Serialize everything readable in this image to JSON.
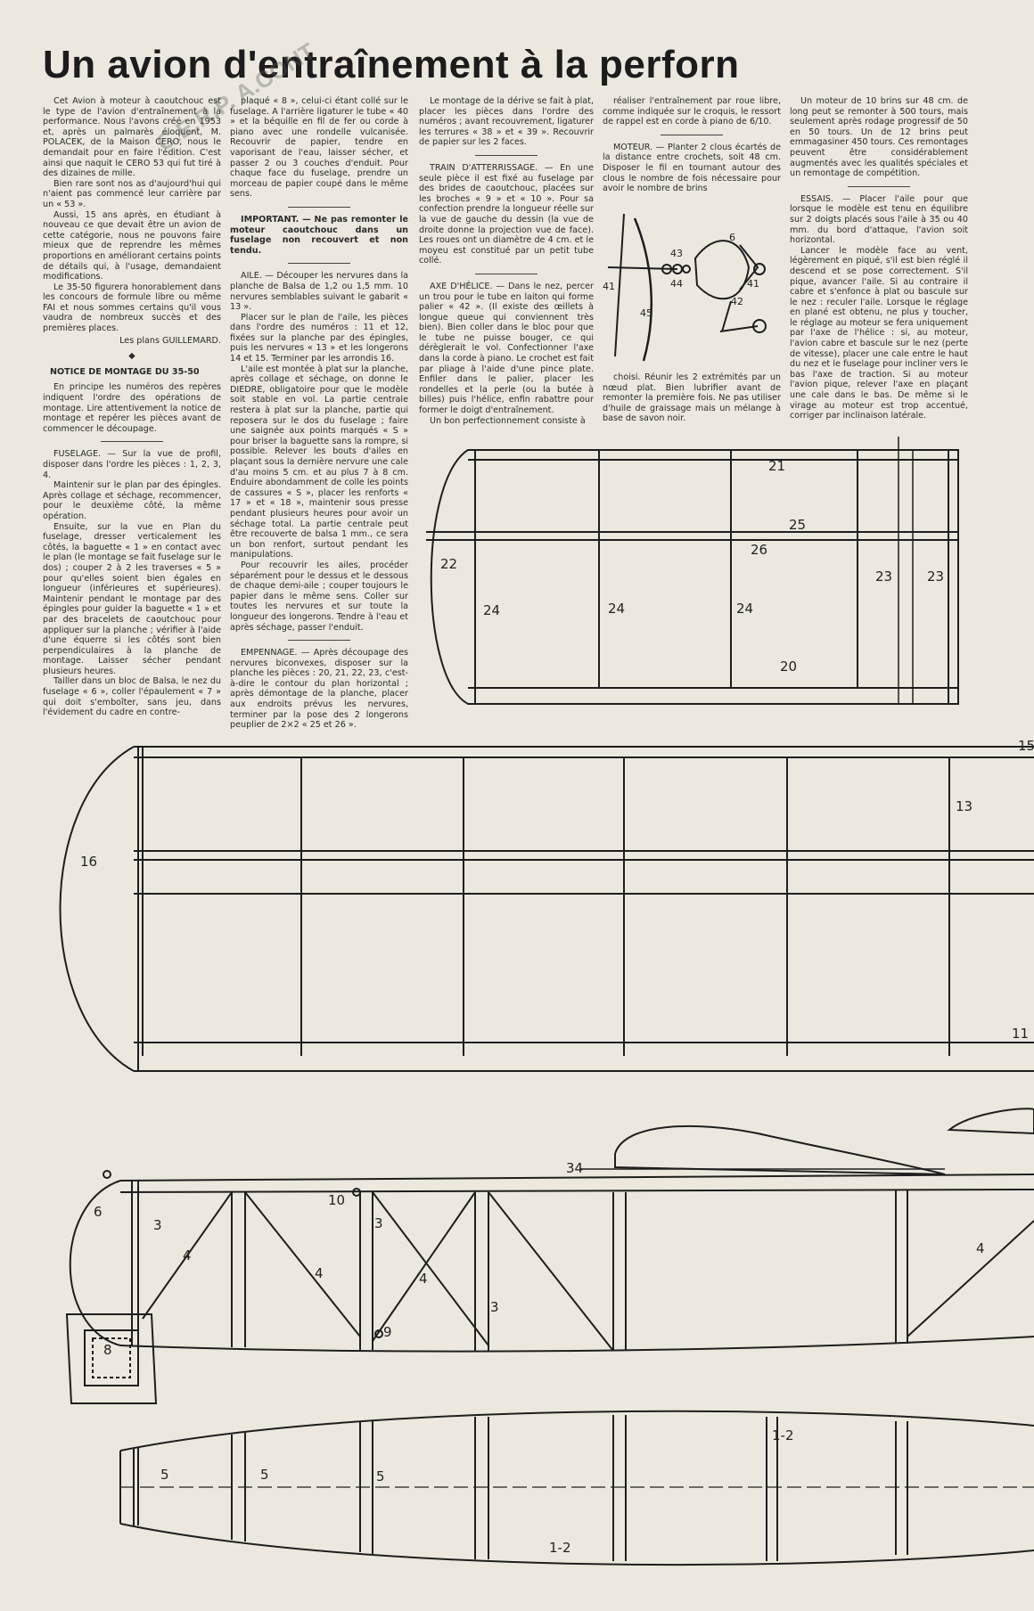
{
  "title": "Un avion d'entraînement à la perforn",
  "stamp": "C.E.R.P. A.CONT",
  "columns": {
    "col1": {
      "intro": [
        "Cet Avion à moteur à caoutchouc est le type de l'avion d'entraînement à la performance. Nous l'avons créé en 1953 et, après un palmarès éloquent, M. POLACEK, de la Maison CERO, nous le demandait pour en faire l'édition. C'est ainsi que naquit le CERO 53 qui fut tiré à des dizaines de mille.",
        "Bien rare sont nos as d'aujourd'hui qui n'aient pas commencé leur carrière par un « 53 ».",
        "Aussi, 15 ans après, en étudiant à nouveau ce que devait être un avion de cette catégorie, nous ne pouvons faire mieux que de reprendre les mêmes proportions en améliorant certains points de détails qui, à l'usage, demandaient modifications.",
        "Le 35-50 figurera honorablement dans les concours de formule libre ou même FAI et nous sommes certains qu'il vous vaudra de nombreux succès et des premières places."
      ],
      "signature": "Les plans GUILLEMARD.",
      "bullet": "◆",
      "notice_heading": "NOTICE DE MONTAGE DU 35-50",
      "notice": "En principe les numéros des repères indiquent l'ordre des opérations de montage. Lire attentivement la notice de montage et repérer les pièces avant de commencer le découpage.",
      "fuselage": [
        "FUSELAGE. — Sur la vue de profil, disposer dans l'ordre les pièces : 1, 2, 3, 4.",
        "Maintenir sur le plan par des épingles. Après collage et séchage, recommencer, pour le deuxième côté, la même opération.",
        "Ensuite, sur la vue en Plan du fuselage, dresser verticalement les côtés, la baguette « 1 » en contact avec le plan (le montage se fait fuselage sur le dos) ; couper 2 à 2 les traverses « 5 » pour qu'elles soient bien égales en longueur (inférieures et supérieures). Maintenir pendant le montage par des épingles pour guider la baguette « 1 » et par des bracelets de caoutchouc pour appliquer sur la planche ; vérifier à l'aide d'une équerre si les côtés sont bien perpendiculaires à la planche de montage. Laisser sécher pendant plusieurs heures.",
        "Tailler dans un bloc de Balsa, le nez du fuselage « 6 », coller l'épaulement « 7 » qui doit s'emboîter, sans jeu, dans l'évidement du cadre en contre-"
      ]
    },
    "col2": {
      "top": "plaqué « 8 », celui-ci étant collé sur le fuselage. A l'arrière ligaturer le tube « 40 » et la béquille en fil de fer ou corde à piano avec une rondelle vulcanisée. Recouvrir de papier, tendre en vaporisant de l'eau, laisser sécher, et passer 2 ou 3 couches d'enduit. Pour chaque face du fuselage, prendre un morceau de papier coupé dans le même sens.",
      "important": "IMPORTANT. — Ne pas remonter le moteur caoutchouc dans un fuselage non recouvert et non tendu.",
      "aile": [
        "AILE. — Découper les nervures dans la planche de Balsa de 1,2 ou 1,5 mm. 10 nervures semblables suivant le gabarit « 13 ».",
        "Placer sur le plan de l'aile, les pièces dans l'ordre des numéros : 11 et 12, fixées sur la planche par des épingles, puis les nervures « 13 » et les longerons 14 et 15. Terminer par les arrondis 16.",
        "L'aile est montée à plat sur la planche, après collage et séchage, on donne le DIEDRE, obligatoire pour que le modèle soit stable en vol. La partie centrale restera à plat sur la planche, partie qui reposera sur le dos du fuselage ; faire une saignée aux points marqués « S » pour briser la baguette sans la rompre, si possible. Relever les bouts d'ailes en plaçant sous la dernière nervure une cale d'au moins 5 cm. et au plus 7 à 8 cm. Enduire abondamment de colle les points de cassures « S », placer les renforts « 17 » et « 18 », maintenir sous presse pendant plusieurs heures pour avoir un séchage total. La partie centrale peut être recouverte de balsa 1 mm., ce sera un bon renfort, surtout pendant les manipulations.",
        "Pour recouvrir les ailes, procéder séparément pour le dessus et le dessous de chaque demi-aile ; couper toujours le papier dans le même sens. Coller sur toutes les nervures et sur toute la longueur des longerons. Tendre à l'eau et après séchage, passer l'enduit."
      ],
      "empennage": "EMPENNAGE. — Après découpage des nervures biconvexes, disposer sur la planche les pièces : 20, 21, 22, 23, c'est-à-dire le contour du plan horizontal ; après démontage de la planche, placer aux endroits prévus les nervures, terminer par la pose des 2 longerons peuplier de 2×2 « 25 et 26 »."
    },
    "col3": {
      "derive": "Le montage de la dérive se fait à plat, placer les pièces dans l'ordre des numéros ; avant recouvrement, ligaturer les terrures « 38 » et « 39 ». Recouvrir de papier sur les 2 faces.",
      "train": "TRAIN D'ATTERRISSAGE. — En une seule pièce il est fixé au fuselage par des brides de caoutchouc, placées sur les broches « 9 » et « 10 ». Pour sa confection prendre la longueur réelle sur la vue de gauche du dessin (la vue de droite donne la projection vue de face). Les roues ont un diamètre de 4 cm. et le moyeu est constitué par un petit tube collé.",
      "axe": [
        "AXE D'HÉLICE. — Dans le nez, percer un trou pour le tube en laiton qui forme palier « 42 ». (Il existe des œillets à longue queue qui conviennent très bien). Bien coller dans le bloc pour que le tube ne puisse bouger, ce qui dérèglerait le vol. Confectionner l'axe dans la corde à piano. Le crochet est fait par pliage à l'aide d'une pince plate. Enfiler dans le palier, placer les rondelles et la perle (ou la butée à billes) puis l'hélice, enfin rabattre pour former le doigt d'entraînement.",
        "Un bon perfectionnement consiste à"
      ]
    },
    "col4": {
      "top": "réaliser l'entraînement par roue libre, comme indiquée sur le croquis, le ressort de rappel est en corde à piano de 6/10.",
      "moteur": "MOTEUR. — Planter 2 clous écartés de la distance entre crochets, soit 48 cm. Disposer le fil en tournant autour des clous le nombre de fois nécessaire pour avoir le nombre de brins",
      "bottom": "choisi. Réunir les 2 extrémités par un nœud plat. Bien lubrifier avant de remonter la première fois. Ne pas utiliser d'huile de graissage mais un mélange à base de savon noir."
    },
    "col5": {
      "top": "Un moteur de 10 brins sur 48 cm. de long peut se remonter à 500 tours, mais seulement après rodage progressif de 50 en 50 tours. Un de 12 brins peut emmagasiner 450 tours. Ces remontages peuvent être considérablement augmentés avec les qualités spéciales et un remontage de compétition.",
      "essais": [
        "ESSAIS. — Placer l'aile pour que lorsque le modèle est tenu en équilibre sur 2 doigts placés sous l'aile à 35 ou 40 mm. du bord d'attaque, l'avion soit horizontal.",
        "Lancer le modèle face au vent, légèrement en piqué, s'il est bien réglé il descend et se pose correctement. S'il pique, avancer l'aile. Si au contraire il cabre et s'enfonce à plat ou bascule sur le nez : reculer l'aile. Lorsque le réglage en plané est obtenu, ne plus y toucher, le réglage au moteur se fera uniquement par l'axe de l'hélice : si, au moteur, l'avion cabre et bascule sur le nez (perte de vitesse), placer une cale entre le haut du nez et le fuselage pour incliner vers le bas l'axe de traction. Si au moteur l'avion pique, relever l'axe en plaçant une cale dans le bas. De même si le virage au moteur est trop accentué, corriger par inclinaison latérale."
      ]
    }
  },
  "plan_labels": {
    "tail": [
      "21",
      "25",
      "26",
      "22",
      "23",
      "23",
      "24",
      "24",
      "24",
      "20"
    ],
    "wing": [
      "15",
      "13",
      "16",
      "11"
    ],
    "fuselage": [
      "34",
      "6",
      "10",
      "3",
      "3",
      "4",
      "4",
      "4",
      "3",
      "9",
      "4"
    ],
    "fuselage_plan": [
      "8",
      "1-2",
      "5",
      "5",
      "5",
      "1-2"
    ],
    "prop": [
      "41",
      "43",
      "44",
      "6",
      "41",
      "45",
      "42"
    ]
  }
}
